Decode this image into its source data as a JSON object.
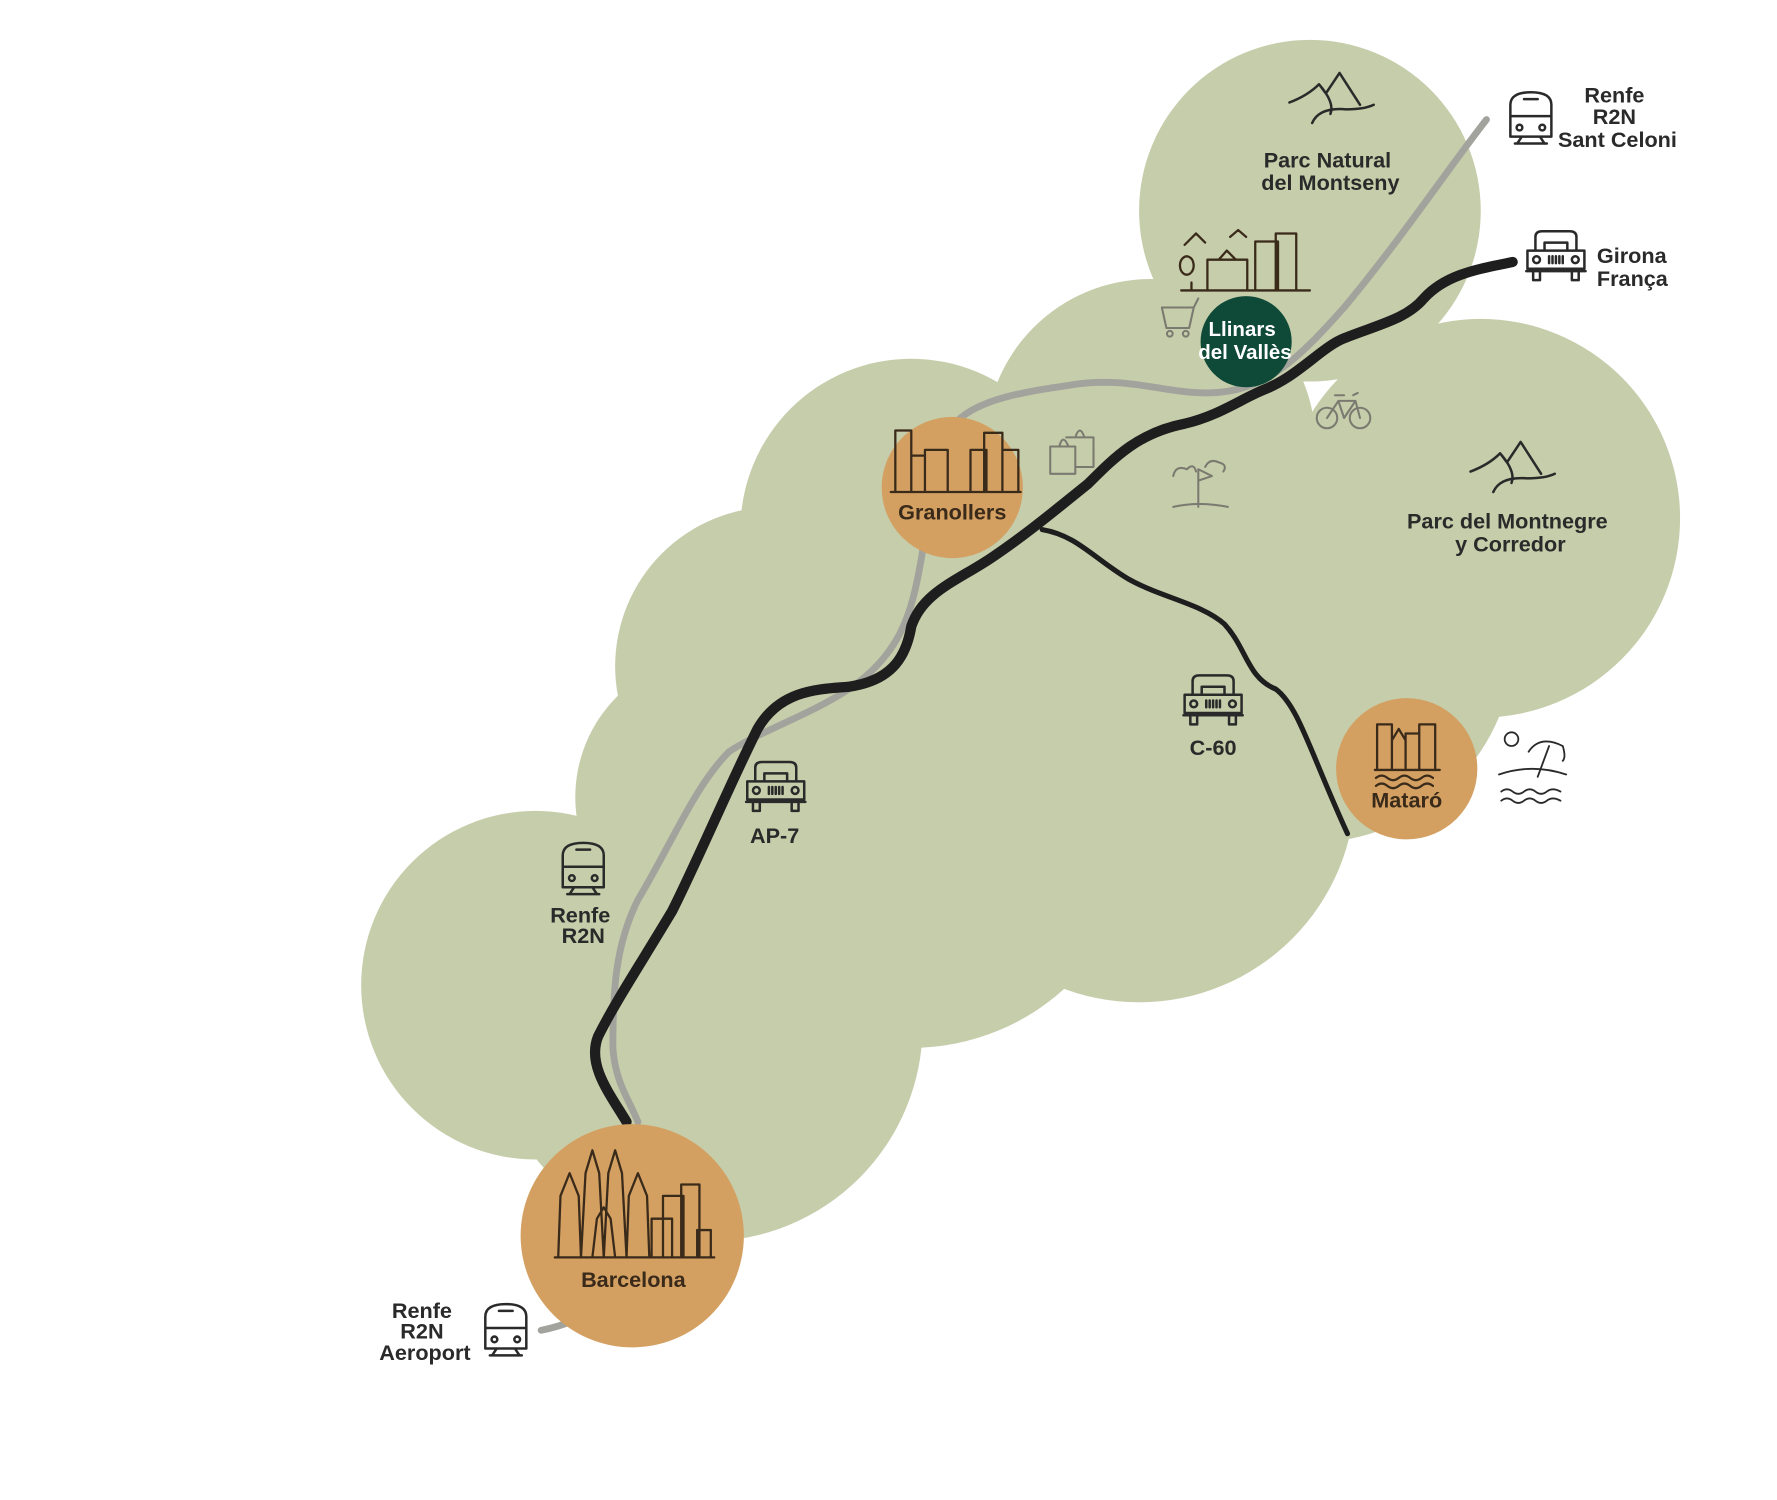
{
  "colors": {
    "region": "#c6cdaa",
    "city": "#d3a062",
    "highlight": "#0f4a38",
    "highway": "#1e1e1e",
    "rail": "#a3a39d"
  },
  "places": {
    "llinars": [
      "Llinars",
      "del Vallès"
    ],
    "granollers": "Granollers",
    "barcelona": "Barcelona",
    "mataro": "Mataró"
  },
  "parks": {
    "montseny": [
      "Parc Natural",
      "del Montseny"
    ],
    "montnegre": [
      "Parc del Montnegre",
      "y Corredor"
    ]
  },
  "roads": {
    "ap7": "AP-7",
    "c60": "C-60"
  },
  "transport": {
    "sant_celoni": [
      "Renfe",
      "R2N",
      "Sant Celoni"
    ],
    "girona": [
      "Girona",
      "França"
    ],
    "r2n": [
      "Renfe",
      "R2N"
    ],
    "aeroport": [
      "Renfe",
      "R2N",
      "Aeroport"
    ]
  }
}
